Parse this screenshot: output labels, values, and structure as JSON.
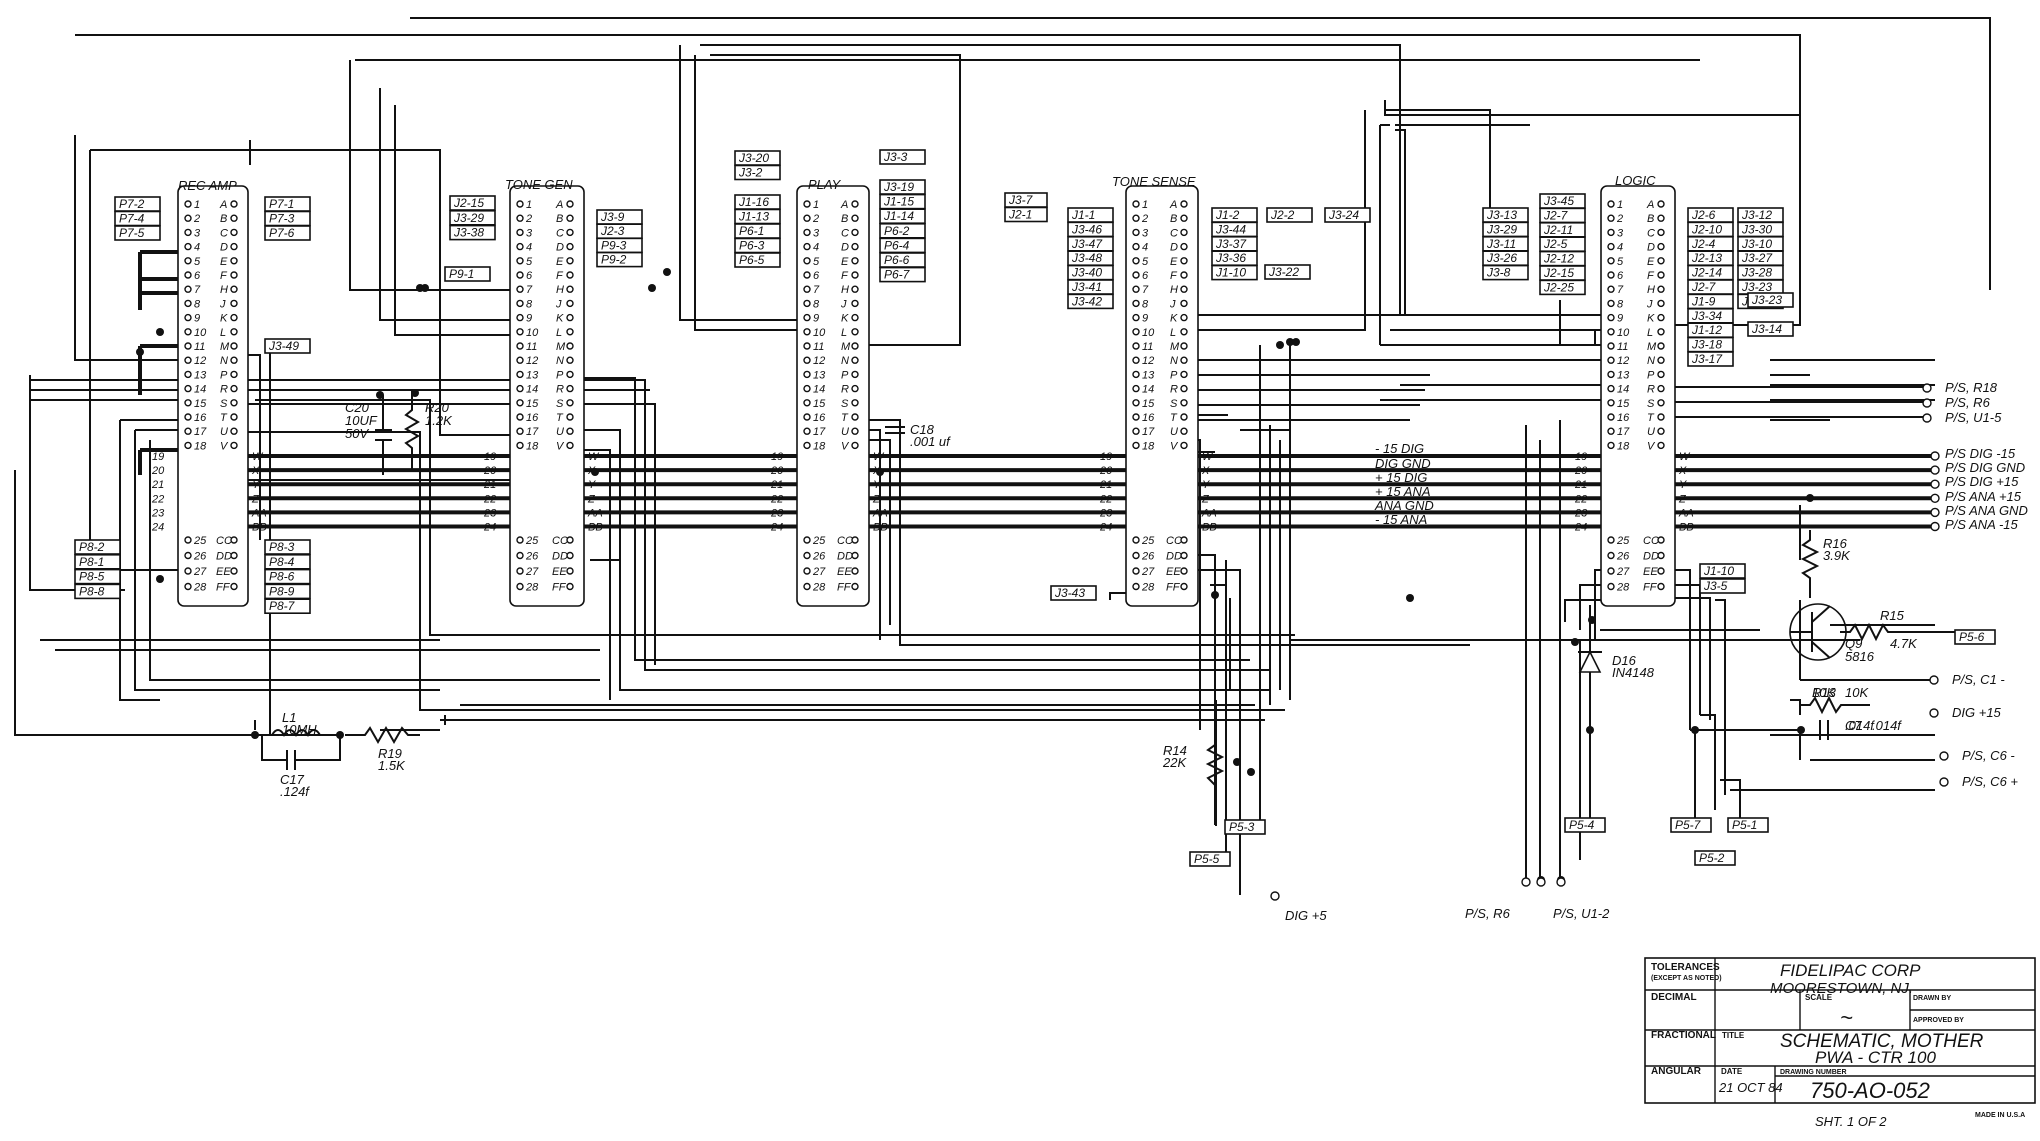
{
  "modules": [
    {
      "key": "rec_amp",
      "title": "REC AMP"
    },
    {
      "key": "tone_gen",
      "title": "TONE GEN"
    },
    {
      "key": "play",
      "title": "PLAY"
    },
    {
      "key": "tone_sense",
      "title": "TONE SENSE"
    },
    {
      "key": "logic",
      "title": "LOGIC"
    }
  ],
  "pins_left": [
    "1",
    "2",
    "3",
    "4",
    "5",
    "6",
    "7",
    "8",
    "9",
    "10",
    "11",
    "12",
    "13",
    "14",
    "15",
    "16",
    "17",
    "18"
  ],
  "pins_right": [
    "A",
    "B",
    "C",
    "D",
    "E",
    "F",
    "H",
    "J",
    "K",
    "L",
    "M",
    "N",
    "P",
    "R",
    "S",
    "T",
    "U",
    "V"
  ],
  "bus_left": [
    "19",
    "20",
    "21",
    "22",
    "23",
    "24"
  ],
  "bus_right": [
    "W",
    "X",
    "Y",
    "Z",
    "AA",
    "BB"
  ],
  "lower_left": [
    "25",
    "26",
    "27",
    "28"
  ],
  "lower_right": [
    "CC",
    "DD",
    "EE",
    "FF"
  ],
  "connectors": {
    "rec_amp_left": [
      "P7-2",
      "P7-4",
      "P7-5"
    ],
    "rec_amp_right": [
      "P7-1",
      "P7-3",
      "P7-6"
    ],
    "rec_amp_m": "J3-49",
    "rec_amp_lower_left": [
      "P8-2",
      "P8-1",
      "P8-5",
      "P8-8"
    ],
    "rec_amp_lower_right": [
      "P8-3",
      "P8-4",
      "P8-6",
      "P8-9",
      "P8-7"
    ],
    "tone_gen_left": [
      "J2-15",
      "J3-29",
      "J3-38"
    ],
    "tone_gen_right": [
      "J3-9",
      "J2-3",
      "P9-3",
      "P9-2"
    ],
    "tone_gen_f": "P9-1",
    "play_top": [
      "J3-20",
      "J3-2"
    ],
    "play_left": [
      "J1-16",
      "J1-13",
      "P6-1",
      "P6-3",
      "P6-5"
    ],
    "play_right_top": "J3-3",
    "play_right": [
      "J3-19",
      "J1-15",
      "J1-14",
      "P6-2",
      "P6-4",
      "P6-6",
      "P6-7"
    ],
    "tone_sense_far": [
      "J3-7",
      "J2-1"
    ],
    "tone_sense_left": [
      "J1-1",
      "J3-46",
      "J3-47",
      "J3-48",
      "J3-40",
      "J3-41",
      "J3-42"
    ],
    "tone_sense_right": [
      "J1-2",
      "J3-44",
      "J3-37",
      "J3-36",
      "J1-10"
    ],
    "tone_sense_right2": [
      "J2-2",
      "J3-24",
      "J3-22"
    ],
    "tone_sense_lower": "J3-43",
    "logic_far_left": [
      "J3-13",
      "J3-29",
      "J3-11",
      "J3-26",
      "J3-8"
    ],
    "logic_left": [
      "J3-45",
      "J2-7",
      "J2-11",
      "J2-5",
      "J2-12",
      "J2-15",
      "J2-25"
    ],
    "logic_right": [
      "J2-6",
      "J2-10",
      "J2-4",
      "J2-13",
      "J2-14",
      "J2-7",
      "J1-9",
      "J3-34",
      "J1-12",
      "J3-18",
      "J3-17"
    ],
    "logic_far_right": [
      "J3-12",
      "J3-30",
      "J3-10",
      "J3-27",
      "J3-28",
      "J3-23",
      "J3-14"
    ],
    "logic_lower": [
      "J1-10",
      "J3-5"
    ],
    "p5": [
      "P5-6",
      "P5-3",
      "P5-5",
      "P5-4",
      "P5-7",
      "P5-1",
      "P5-2"
    ]
  },
  "bus_labels": [
    "- 15 DIG",
    "DIG GND",
    "+ 15 DIG",
    "+ 15 ANA",
    "ANA GND",
    "- 15 ANA"
  ],
  "ps_labels": [
    "P/S, R18",
    "P/S, R6",
    "P/S, U1-5",
    "P/S DIG -15",
    "P/S DIG GND",
    "P/S DIG +15",
    "P/S ANA +15",
    "P/S ANA GND",
    "P/S ANA -15",
    "P/S, C1 -",
    "DIG +15",
    "P/S, C6 -",
    "P/S, C6 +"
  ],
  "bottom_labels": [
    "DIG +5",
    "P/S, R6",
    "P/S, U1-2"
  ],
  "components": {
    "c20": [
      "C20",
      "10UF",
      "50V"
    ],
    "r20": [
      "R20",
      "1.2K"
    ],
    "c18": [
      "C18",
      ".001 uf"
    ],
    "l1": [
      "L1",
      "10MH"
    ],
    "r19": [
      "R19",
      "1.5K"
    ],
    "c17": [
      "C17",
      ".124f"
    ],
    "r14": [
      "R14",
      "22K"
    ],
    "d16": [
      "D16",
      "IN4148"
    ],
    "r16": [
      "R16",
      "3.9K"
    ],
    "q9": [
      "Q9",
      "5816"
    ],
    "r15": [
      "R15",
      "4.7K"
    ],
    "r13": [
      "R13",
      "10K"
    ],
    "c7": [
      "C7",
      ".014f"
    ]
  },
  "title_block": {
    "tolerances": "TOLERANCES",
    "except": "(EXCEPT AS NOTED)",
    "decimal": "DECIMAL",
    "fractional": "FRACTIONAL",
    "angular": "ANGULAR",
    "company": "FIDELIPAC CORP",
    "location": "MOORESTOWN, NJ.",
    "scale_label": "SCALE",
    "scale_value": "~",
    "drawn_by": "DRAWN BY",
    "approved_by": "APPROVED BY",
    "title_label": "TITLE",
    "title_line1": "SCHEMATIC, MOTHER",
    "title_line2": "PWA - CTR 100",
    "date_label": "DATE",
    "date_value": "21 OCT 84",
    "drawing_number_label": "DRAWING NUMBER",
    "drawing_number": "750-AO-052",
    "sheet": "SHT. 1 OF 2",
    "made_in": "MADE IN U.S.A"
  }
}
